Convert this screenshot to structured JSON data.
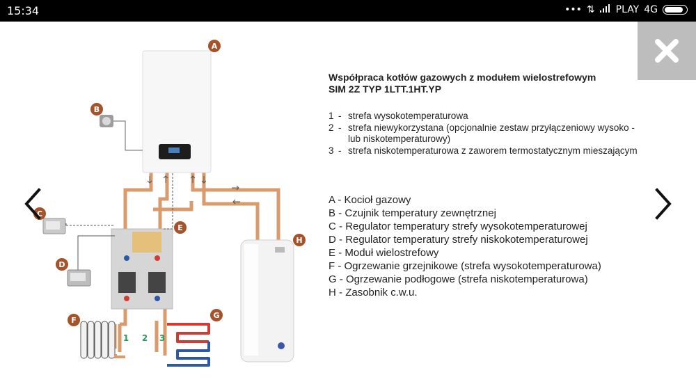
{
  "status_bar": {
    "time": "15:34",
    "carrier": "PLAY",
    "network": "4G",
    "icons": [
      "dots-icon",
      "data-transfer-icon",
      "signal-icon",
      "battery-icon"
    ]
  },
  "viewer": {
    "close_icon": "close-icon",
    "prev_icon": "chevron-left-icon",
    "next_icon": "chevron-right-icon"
  },
  "image": {
    "title_line1": "Współpraca kotłów gazowych z modułem wielostrefowym",
    "title_line2": "SIM 2Z TYP 1LTT.1HT.YP",
    "zones": [
      {
        "num": "1",
        "lines": [
          "strefa wysokotemperaturowa"
        ]
      },
      {
        "num": "2",
        "lines": [
          "strefa niewykorzystana (opcjonalnie zestaw przyłączeniowy wysoko -",
          "lub niskotemperaturowy)"
        ]
      },
      {
        "num": "3",
        "lines": [
          "strefa niskotemperaturowa z zaworem termostatycznym mieszającym"
        ]
      }
    ],
    "legend": [
      {
        "letter": "A",
        "text": "Kocioł gazowy"
      },
      {
        "letter": "B",
        "text": "Czujnik temperatury zewnętrznej"
      },
      {
        "letter": "C",
        "text": "Regulator temperatury strefy wysokotemperaturowej"
      },
      {
        "letter": "D",
        "text": "Regulator temperatury strefy niskokotemperaturowej"
      },
      {
        "letter": "E",
        "text": "Moduł wielostrefowy"
      },
      {
        "letter": "F",
        "text": "Ogrzewanie grzejnikowe (strefa wysokotemperaturowa)"
      },
      {
        "letter": "G",
        "text": "Ogrzewanie podłogowe (strefa niskotemperaturowa)"
      },
      {
        "letter": "H",
        "text": "Zasobnik c.w.u."
      }
    ],
    "diagram_labels": {
      "A": "A",
      "B": "B",
      "C": "C",
      "D": "D",
      "E": "E",
      "F": "F",
      "G": "G",
      "H": "H",
      "zone1": "1",
      "zone2": "2",
      "zone3": "3"
    },
    "colors": {
      "badge": "#a5532b",
      "pipe": "#d99a6c",
      "zone_number": "#2f9a5d",
      "supply": "#d43a32",
      "return": "#2d58a8"
    }
  }
}
